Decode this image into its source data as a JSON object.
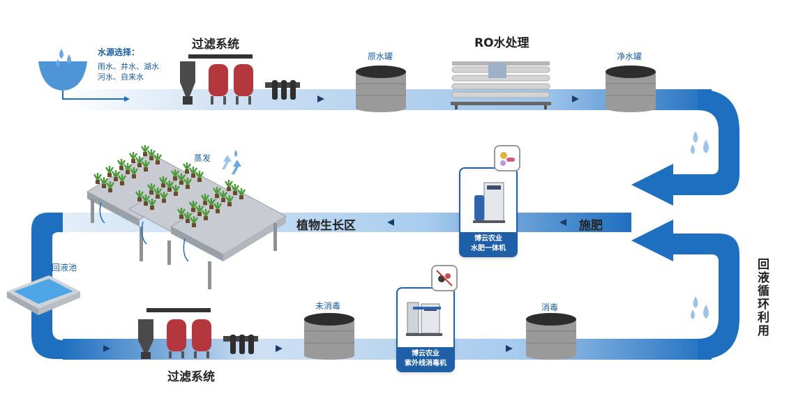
{
  "water_source": {
    "title": "水源选择：",
    "line1": "雨水、井水、湖水",
    "line2": "河水、自来水"
  },
  "filter_top_label": "过滤系统",
  "raw_tank_label": "原水罐",
  "ro_label": "RO水处理",
  "clean_tank_label": "净水罐",
  "evaporation_label": "蒸发",
  "growth_area_label": "植物生长区",
  "fertilizer_label": "施肥",
  "fertigation_machine": {
    "line1": "博云农业",
    "line2": "水肥一体机"
  },
  "return_pool_label": "回液池",
  "untreated_label": "未消毒",
  "uv_machine": {
    "line1": "博云农业",
    "line2": "紫外线消毒机"
  },
  "disinfect_label": "消毒",
  "filter_bottom_label": "过滤系统",
  "recycle_label": "回液循环利用",
  "colors": {
    "pipe": "#1f6fc0",
    "pipe_dark": "#174f95",
    "tank": "#8e8e8e",
    "filter_red": "#b5373e"
  }
}
